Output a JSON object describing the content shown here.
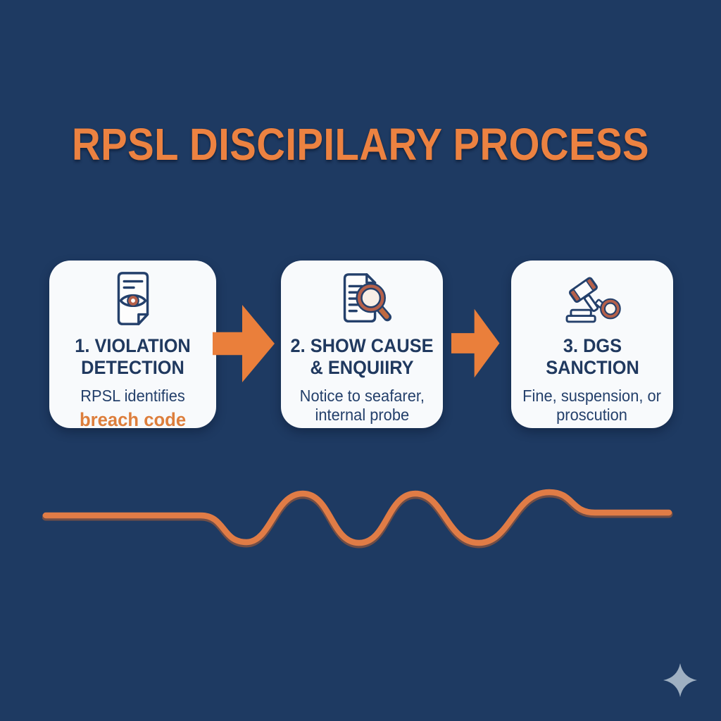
{
  "title": "RPSL DISCIPILARY PROCESS",
  "steps": [
    {
      "icon": "document-eye-icon",
      "heading_line1": "1. VIOLATION",
      "heading_line2": "DETECTION",
      "desc_line1": "RPSL identifies",
      "desc_line2": "breach code",
      "desc_line2_emphasis": "orange-bold"
    },
    {
      "icon": "document-magnifier-icon",
      "heading_line1": "2. SHOW CAUSE",
      "heading_line2": "& ENQUIIRY",
      "desc_line1": "Notice to seafarer,",
      "desc_line2": "internal probe"
    },
    {
      "icon": "gavel-handcuff-icon",
      "heading_line1": "3. DGS",
      "heading_line2": "SANCTION",
      "desc_line1": "Fine, suspension, or",
      "desc_line2": "proscution"
    }
  ],
  "decorations": {
    "arrows": [
      "right-block-arrow",
      "right-block-arrow"
    ],
    "wave": "horizontal-wavy-line",
    "sparkle": "four-point-star"
  },
  "colors": {
    "background_navy": "#1e3a62",
    "card_background": "#f8fafc",
    "heading_navy": "#20395f",
    "body_navy": "#24406b",
    "title_orange": "#ec8241",
    "arrow_orange": "#ea7f3b",
    "accent_orange": "#dd7e3c",
    "wave_orange": "#e07c46",
    "icon_rust": "#b5604a",
    "sparkle_gray_blue": "#9fb0c2"
  }
}
